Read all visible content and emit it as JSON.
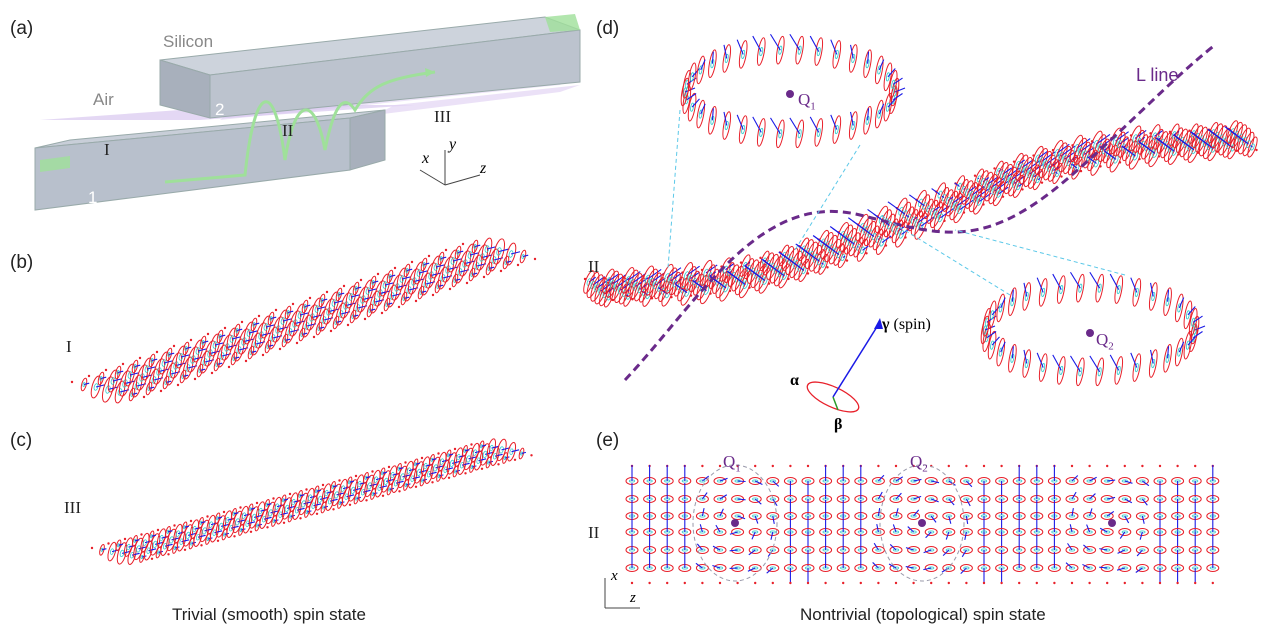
{
  "panels": {
    "a": {
      "label": "(a)",
      "silicon": "Silicon",
      "air": "Air",
      "port1": "1",
      "port2": "2",
      "region_I": "I",
      "region_II": "II",
      "region_III": "III",
      "axis_x": "x",
      "axis_y": "y",
      "axis_z": "z"
    },
    "b": {
      "label": "(b)",
      "region": "I"
    },
    "c": {
      "label": "(c)",
      "region": "III"
    },
    "d": {
      "label": "(d)",
      "l_line": "L line",
      "q1": "Q",
      "q1_sub": "1",
      "q2": "Q",
      "q2_sub": "2",
      "region": "II",
      "gamma": "γ",
      "gamma_note": "(spin)",
      "alpha": "α",
      "beta": "β"
    },
    "e": {
      "label": "(e)",
      "q1": "Q",
      "q1_sub": "1",
      "q2": "Q",
      "q2_sub": "2",
      "region": "II",
      "axis_x": "x",
      "axis_z": "z"
    }
  },
  "captions": {
    "left": "Trivial (smooth) spin state",
    "right": "Nontrivial (topological) spin state"
  },
  "colors": {
    "ellipse": "#e8202a",
    "arrow": "#1a1ae6",
    "guide": "#7ee07e",
    "l_line": "#6a2a8a",
    "dashed": "#5bc8e8"
  }
}
